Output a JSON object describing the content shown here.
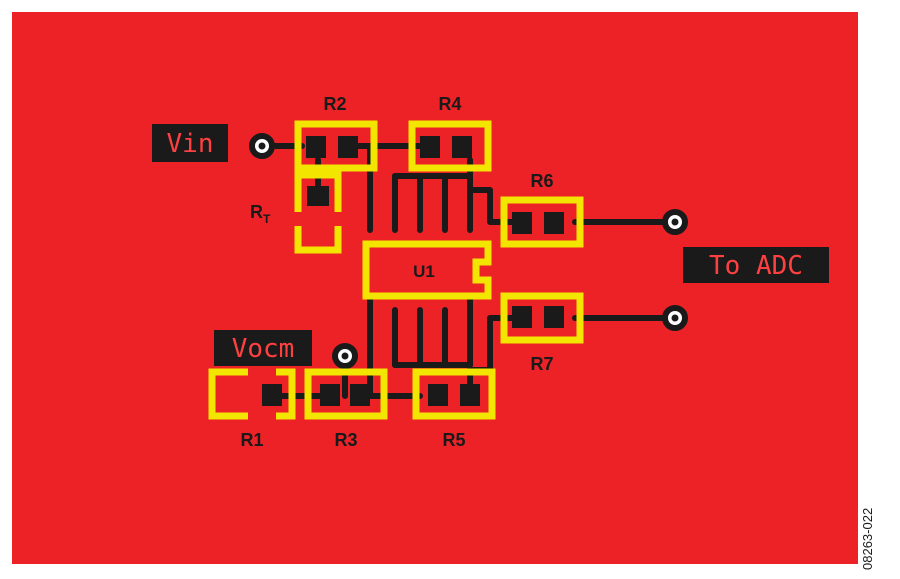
{
  "colors": {
    "board": "#ec2227",
    "silkscreen": "#f2e600",
    "copper": "#1a1a1a",
    "net_label_text": "#ff4040"
  },
  "net_labels": {
    "vin": "Vin",
    "vocm": "Vocm",
    "to_adc": "To ADC"
  },
  "designators": {
    "r1": "R1",
    "r2": "R2",
    "r3": "R3",
    "r4": "R4",
    "r5": "R5",
    "r6": "R6",
    "r7": "R7",
    "rt_main": "R",
    "rt_sub": "T",
    "u1": "U1"
  },
  "figure_id": "08263-022"
}
